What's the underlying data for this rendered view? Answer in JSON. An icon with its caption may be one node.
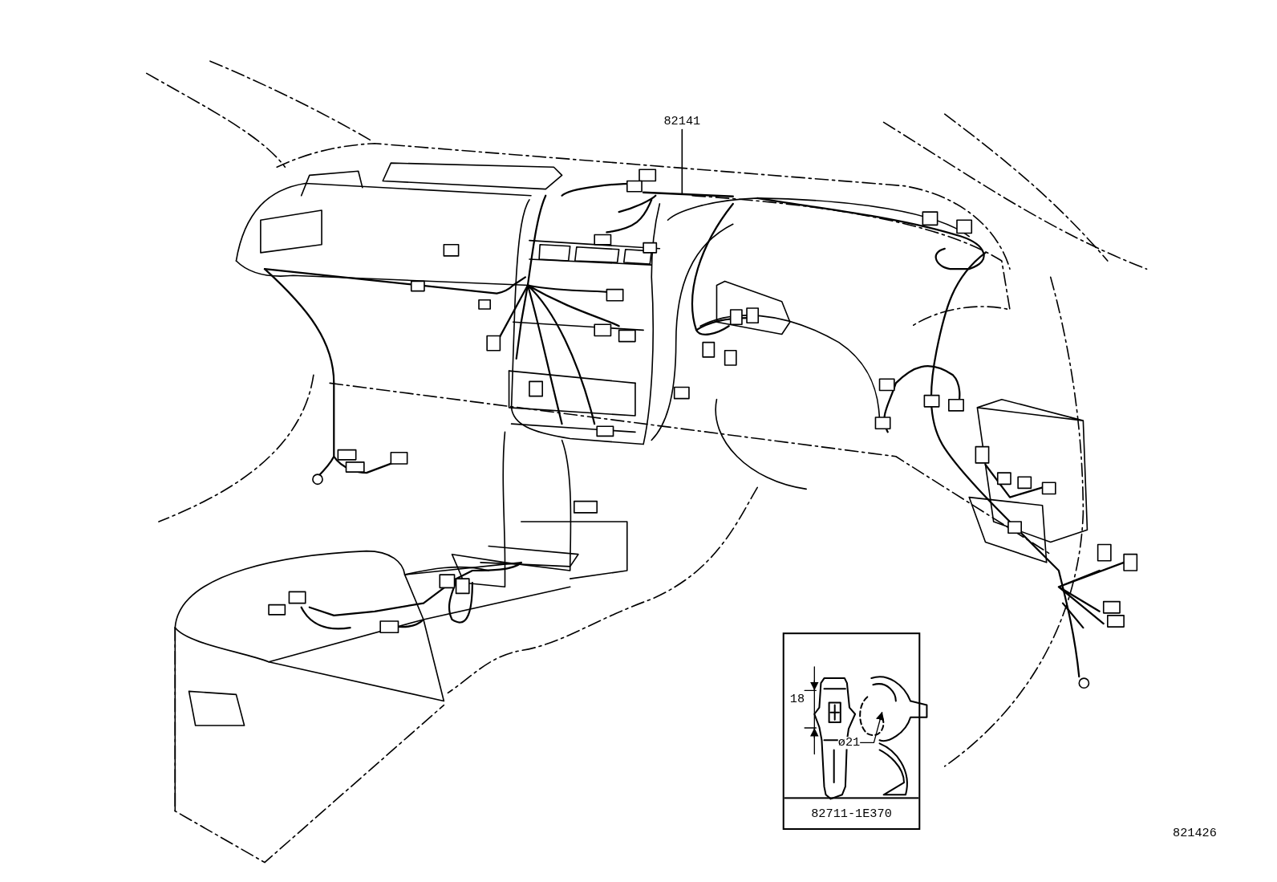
{
  "diagram": {
    "nodes": [
      {
        "text": [
          "82141"
        ]
      },
      {
        "text": [],
        "shape": "picture"
      },
      {
        "text": [
          "82711-1E370"
        ]
      }
    ],
    "edges": [
      {
        "from": 0,
        "to": 1,
        "arrow": "none"
      }
    ],
    "labels": [
      "18",
      "ø21",
      "821426"
    ]
  }
}
